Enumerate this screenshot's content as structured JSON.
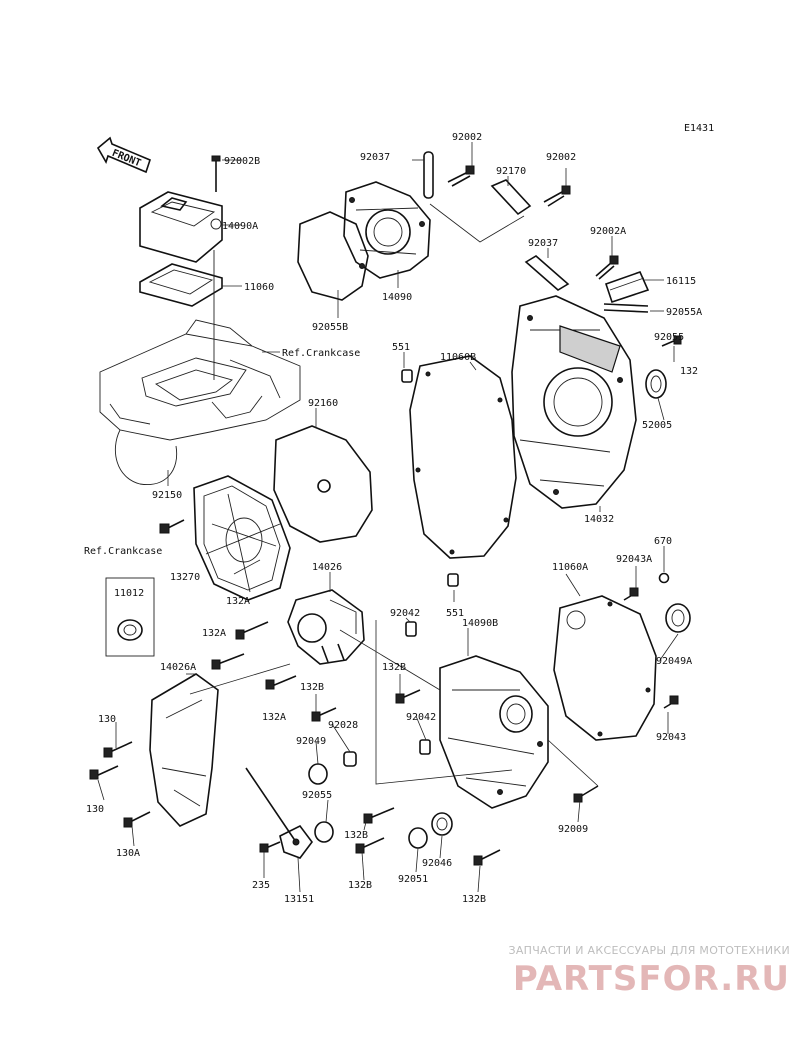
{
  "diagram_code": "E1431",
  "front_label": "FRONT",
  "labels": [
    {
      "id": "92002B",
      "text": "92002B"
    },
    {
      "id": "14090A",
      "text": "14090A"
    },
    {
      "id": "11060",
      "text": "11060"
    },
    {
      "id": "ref-crankcase-top",
      "text": "Ref.Crankcase"
    },
    {
      "id": "92037-top",
      "text": "92037"
    },
    {
      "id": "92002-a",
      "text": "92002"
    },
    {
      "id": "92170",
      "text": "92170"
    },
    {
      "id": "92002-b",
      "text": "92002"
    },
    {
      "id": "92002A",
      "text": "92002A"
    },
    {
      "id": "92037-mid",
      "text": "92037"
    },
    {
      "id": "16115",
      "text": "16115"
    },
    {
      "id": "92055A",
      "text": "92055A"
    },
    {
      "id": "92055B",
      "text": "92055B"
    },
    {
      "id": "14090",
      "text": "14090"
    },
    {
      "id": "551-top",
      "text": "551"
    },
    {
      "id": "11060B",
      "text": "11060B"
    },
    {
      "id": "92055",
      "text": "92055"
    },
    {
      "id": "132-top",
      "text": "132"
    },
    {
      "id": "52005",
      "text": "52005"
    },
    {
      "id": "92160",
      "text": "92160"
    },
    {
      "id": "92150",
      "text": "92150"
    },
    {
      "id": "14032",
      "text": "14032"
    },
    {
      "id": "ref-crankcase-left",
      "text": "Ref.Crankcase"
    },
    {
      "id": "670",
      "text": "670"
    },
    {
      "id": "92043A",
      "text": "92043A"
    },
    {
      "id": "13270",
      "text": "13270"
    },
    {
      "id": "14026",
      "text": "14026"
    },
    {
      "id": "11060A",
      "text": "11060A"
    },
    {
      "id": "11012",
      "text": "11012"
    },
    {
      "id": "132A-a",
      "text": "132A"
    },
    {
      "id": "132A-b",
      "text": "132A"
    },
    {
      "id": "551-bottom",
      "text": "551"
    },
    {
      "id": "92042-a",
      "text": "92042"
    },
    {
      "id": "14090B",
      "text": "14090B"
    },
    {
      "id": "14026A",
      "text": "14026A"
    },
    {
      "id": "132B-a",
      "text": "132B"
    },
    {
      "id": "92049A",
      "text": "92049A"
    },
    {
      "id": "132B-b",
      "text": "132B"
    },
    {
      "id": "132A-c",
      "text": "132A"
    },
    {
      "id": "92028",
      "text": "92028"
    },
    {
      "id": "92042-b",
      "text": "92042"
    },
    {
      "id": "130-a",
      "text": "130"
    },
    {
      "id": "92049",
      "text": "92049"
    },
    {
      "id": "92043",
      "text": "92043"
    },
    {
      "id": "130-b",
      "text": "130"
    },
    {
      "id": "92055-bottom",
      "text": "92055"
    },
    {
      "id": "132B-c",
      "text": "132B"
    },
    {
      "id": "92009",
      "text": "92009"
    },
    {
      "id": "130A",
      "text": "130A"
    },
    {
      "id": "92046",
      "text": "92046"
    },
    {
      "id": "235",
      "text": "235"
    },
    {
      "id": "92051",
      "text": "92051"
    },
    {
      "id": "132B-d",
      "text": "132B"
    },
    {
      "id": "13151",
      "text": "13151"
    },
    {
      "id": "132B-e",
      "text": "132B"
    }
  ],
  "watermark": {
    "tagline": "ЗАПЧАСТИ И АКСЕССУАРЫ ДЛЯ МОТОТЕХНИКИ",
    "brand": "PARTSFOR.RU"
  }
}
